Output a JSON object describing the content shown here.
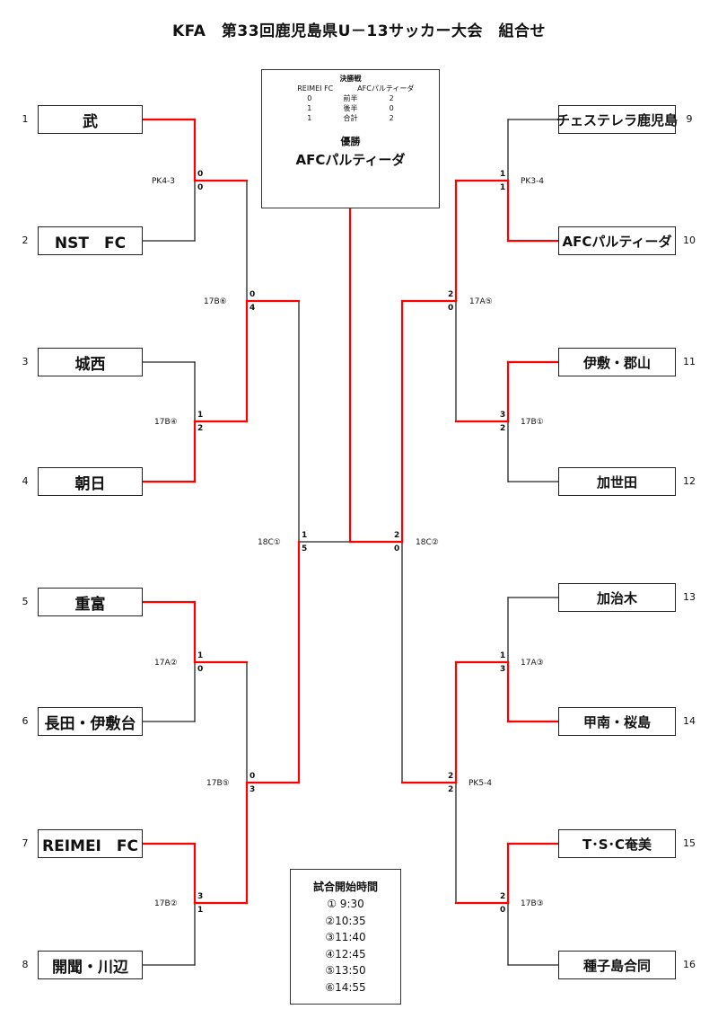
{
  "title": "KFA　第33回鹿児島県U－13サッカー大会　組合せ",
  "teams": [
    {
      "seed": "1",
      "name": "武"
    },
    {
      "seed": "2",
      "name": "NST　FC"
    },
    {
      "seed": "3",
      "name": "城西"
    },
    {
      "seed": "4",
      "name": "朝日"
    },
    {
      "seed": "5",
      "name": "重富"
    },
    {
      "seed": "6",
      "name": "長田・伊敷台"
    },
    {
      "seed": "7",
      "name": "REIMEI　FC"
    },
    {
      "seed": "8",
      "name": "開聞・川辺"
    },
    {
      "seed": "9",
      "name": "チェステレラ鹿児島"
    },
    {
      "seed": "10",
      "name": "AFCパルティーダ"
    },
    {
      "seed": "11",
      "name": "伊敷・郡山"
    },
    {
      "seed": "12",
      "name": "加世田"
    },
    {
      "seed": "13",
      "name": "加治木"
    },
    {
      "seed": "14",
      "name": "甲南・桜島"
    },
    {
      "seed": "15",
      "name": "T･S･C奄美"
    },
    {
      "seed": "16",
      "name": "種子島合同"
    }
  ],
  "matches": [
    {
      "top": "0",
      "bottom": "0",
      "note": "PK4-3"
    },
    {
      "top": "1",
      "bottom": "2",
      "note": "17B④"
    },
    {
      "top": "0",
      "bottom": "4",
      "note": "17B⑥"
    },
    {
      "top": "1",
      "bottom": "0",
      "note": "17A②"
    },
    {
      "top": "3",
      "bottom": "1",
      "note": "17B②"
    },
    {
      "top": "0",
      "bottom": "3",
      "note": "17B⑤"
    },
    {
      "top": "1",
      "bottom": "5",
      "note": "18C①"
    },
    {
      "top": "1",
      "bottom": "1",
      "note": "PK3-4"
    },
    {
      "top": "3",
      "bottom": "2",
      "note": "17B①"
    },
    {
      "top": "2",
      "bottom": "0",
      "note": "17A⑤"
    },
    {
      "top": "1",
      "bottom": "3",
      "note": "17A③"
    },
    {
      "top": "2",
      "bottom": "0",
      "note": "17B③"
    },
    {
      "top": "2",
      "bottom": "2",
      "note": "PK5-4"
    },
    {
      "top": "2",
      "bottom": "0",
      "note": "18C②"
    }
  ],
  "final": {
    "heading": "決勝戦",
    "team_left": "REIMEI FC",
    "team_right": "AFCパルティーダ",
    "rows": [
      {
        "left": "0",
        "label": "前半",
        "right": "2"
      },
      {
        "left": "1",
        "label": "後半",
        "right": "0"
      },
      {
        "left": "1",
        "label": "合計",
        "right": "2"
      }
    ],
    "champion_label": "優勝",
    "champion": "AFCパルティーダ"
  },
  "schedule": {
    "heading": "試合開始時間",
    "times": [
      "①  9:30",
      "②10:35",
      "③11:40",
      "④12:45",
      "⑤13:50",
      "⑥14:55"
    ]
  },
  "colors": {
    "winner_line": "#ff0000",
    "line": "#222222"
  }
}
